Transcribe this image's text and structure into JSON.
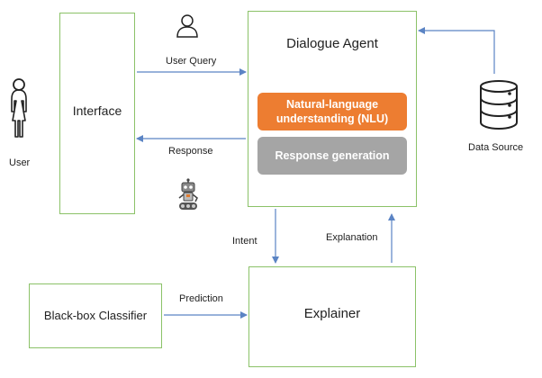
{
  "nodes": {
    "user": "User",
    "interface": "Interface",
    "dialogue_agent": "Dialogue Agent",
    "nlu": "Natural-language understanding (NLU)",
    "response_generation": "Response generation",
    "data_source": "Data Source",
    "black_box_classifier": "Black-box Classifier",
    "explainer": "Explainer"
  },
  "edges": {
    "user_query": "User Query",
    "response": "Response",
    "intent": "Intent",
    "explanation": "Explanation",
    "prediction": "Prediction"
  },
  "colors": {
    "box_border": "#8bc268",
    "arrow": "#5b84c4",
    "nlu_fill": "#ed7d31",
    "response_fill": "#a5a5a5"
  },
  "icons": {
    "user": "person-standing-icon",
    "query_user": "person-bust-icon",
    "robot": "robot-icon",
    "database": "database-icon"
  }
}
